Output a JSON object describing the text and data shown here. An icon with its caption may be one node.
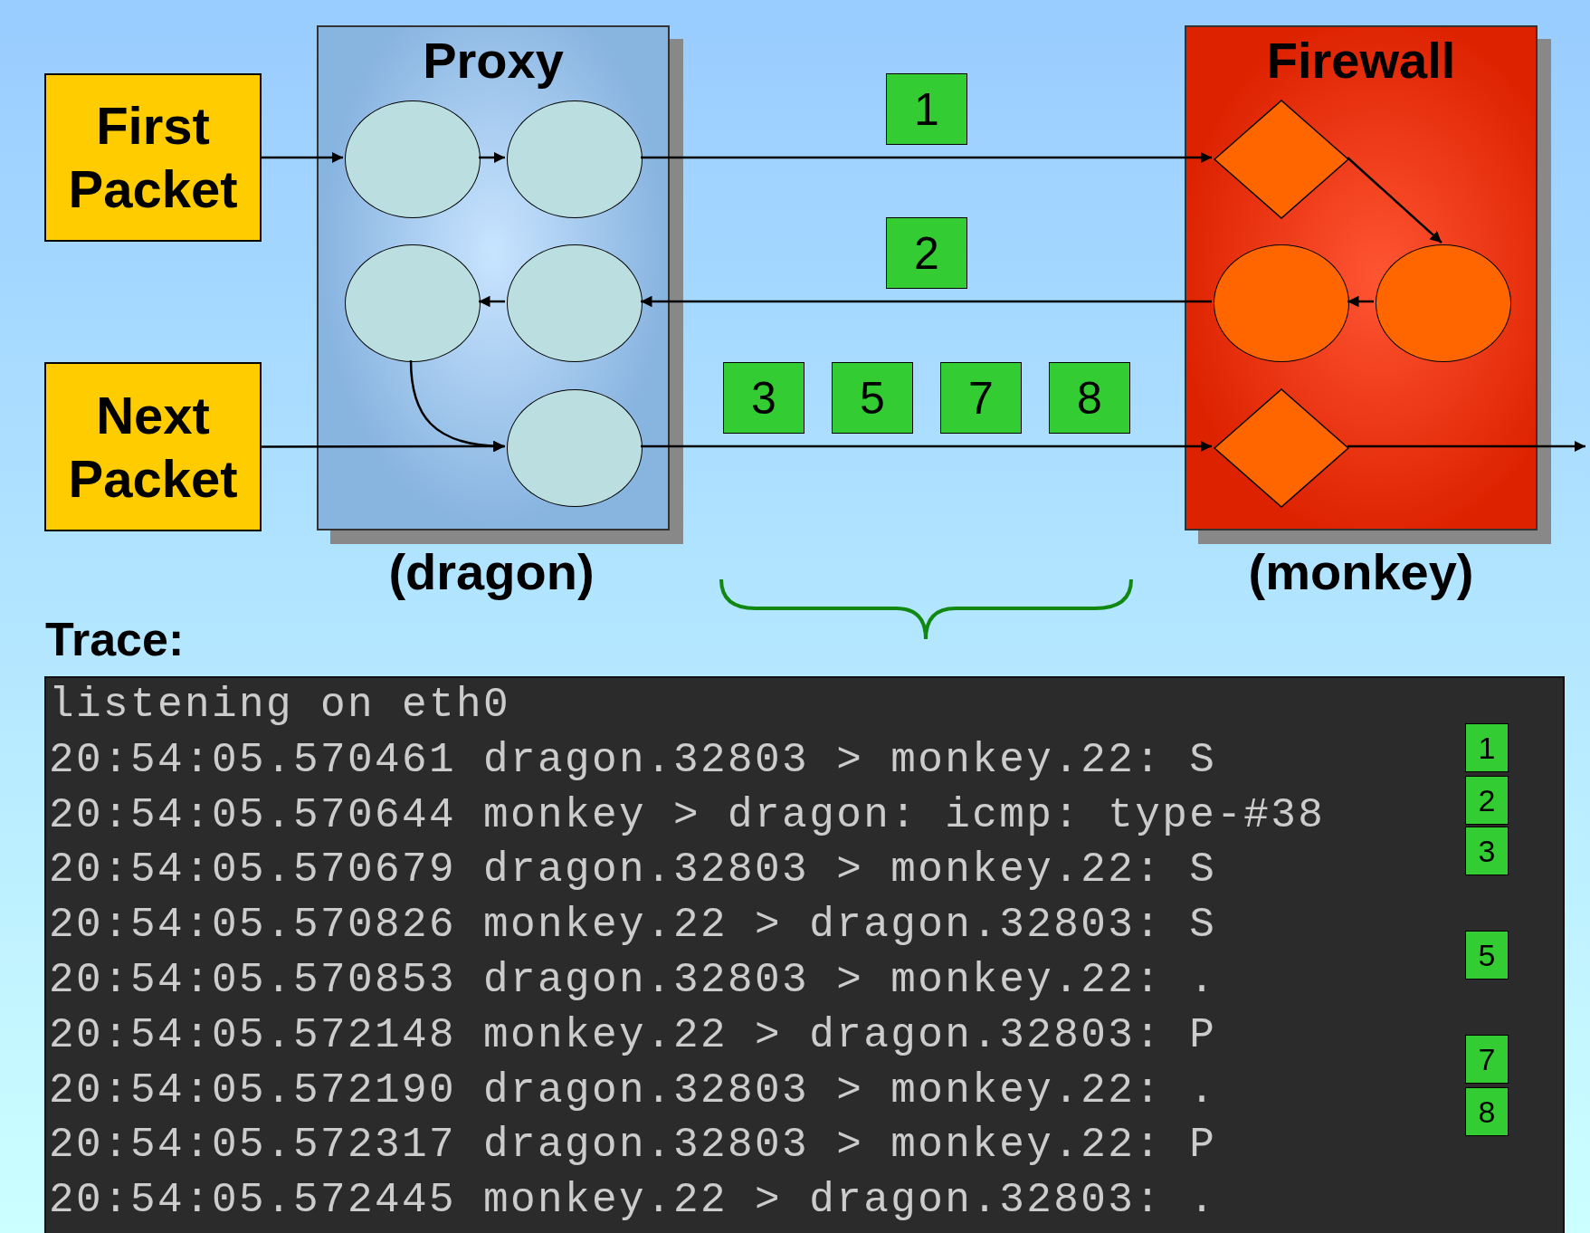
{
  "diagram": {
    "nodes": [
      {
        "text": [
          "First Packet"
        ]
      },
      {
        "text": [
          "Proxy"
        ],
        "beside": [
          "(dragon)"
        ]
      },
      {
        "text": [],
        "shape": "ellipse",
        "in": 1
      },
      {
        "text": [],
        "shape": "ellipse",
        "in": 1
      },
      {
        "text": [],
        "shape": "ellipse",
        "in": 1
      },
      {
        "text": [],
        "shape": "ellipse",
        "in": 1
      },
      {
        "text": [],
        "shape": "ellipse",
        "in": 1
      },
      {
        "text": [
          "Firewall"
        ],
        "beside": [
          "(monkey)"
        ]
      },
      {
        "text": [],
        "shape": "diamond",
        "in": 7
      },
      {
        "text": [],
        "shape": "ellipse",
        "in": 7
      },
      {
        "text": [],
        "shape": "ellipse",
        "in": 7
      },
      {
        "text": [],
        "shape": "diamond",
        "in": 7
      },
      {
        "text": [
          "Next Packet"
        ]
      }
    ],
    "edges": [
      {
        "from": 0,
        "to": 2,
        "arrow": "to"
      },
      {
        "from": 2,
        "to": 3,
        "arrow": "to"
      },
      {
        "from": 3,
        "to": 8,
        "arrow": "to"
      },
      {
        "from": 8,
        "to": 10,
        "arrow": "to"
      },
      {
        "from": 10,
        "to": 9,
        "arrow": "to"
      },
      {
        "from": 9,
        "to": 5,
        "arrow": "to"
      },
      {
        "from": 5,
        "to": 4,
        "arrow": "to"
      },
      {
        "from": 4,
        "to": 6,
        "arrow": "to"
      },
      {
        "from": 12,
        "to": 6,
        "arrow": "to"
      },
      {
        "from": 6,
        "to": 11,
        "arrow": "to"
      },
      {
        "from": 11,
        "to": null,
        "arrow": "to"
      }
    ],
    "labels": [
      "1",
      "2",
      "3",
      "5",
      "7",
      "8",
      "Trace:",
      "listening on eth0",
      "20:54:05.570461 dragon.32803 > monkey.22: S",
      "20:54:05.570644 monkey > dragon: icmp: type-#38",
      "20:54:05.570679 dragon.32803 > monkey.22: S",
      "20:54:05.570826 monkey.22 > dragon.32803: S",
      "20:54:05.570853 dragon.32803 > monkey.22: .",
      "20:54:05.572148 monkey.22 > dragon.32803: P",
      "20:54:05.572190 dragon.32803 > monkey.22: .",
      "20:54:05.572317 dragon.32803 > monkey.22: P",
      "20:54:05.572445 monkey.22 > dragon.32803: .",
      "1",
      "2",
      "3",
      "5",
      "7",
      "8"
    ]
  }
}
